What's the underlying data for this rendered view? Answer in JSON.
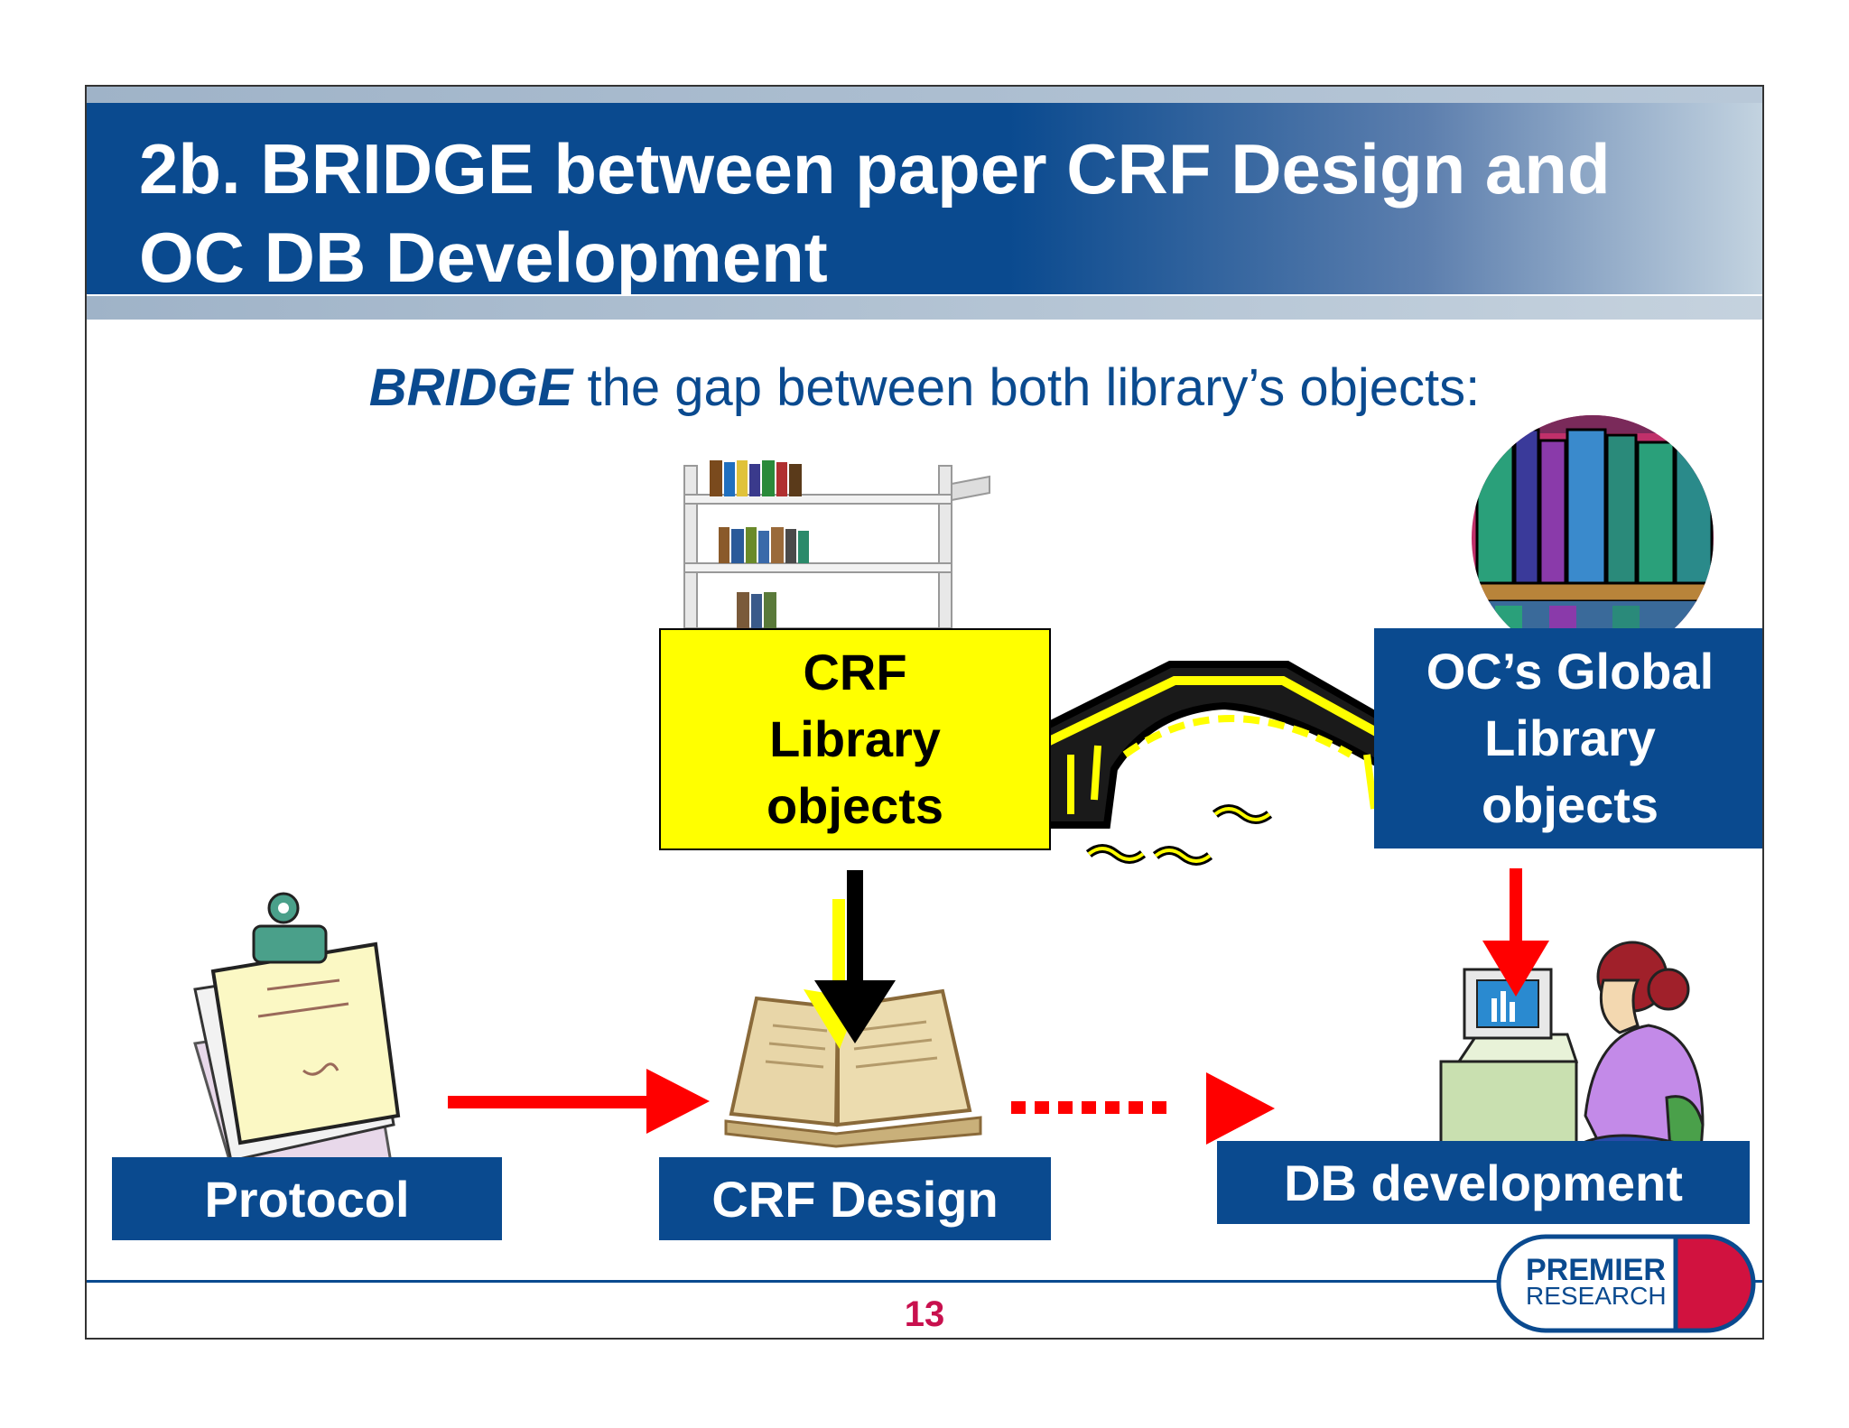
{
  "title": {
    "line1": "2b. BRIDGE between paper CRF Design and",
    "line2": "OC DB Development"
  },
  "subtitle": {
    "emphasis": "BRIDGE",
    "rest": " the gap between both library’s objects:"
  },
  "boxes": {
    "crf_library": [
      "CRF",
      "Library",
      "objects"
    ],
    "oc_global_library": [
      "OC’s Global",
      "Library",
      "objects"
    ],
    "protocol": "Protocol",
    "crf_design": "CRF Design",
    "db_development": "DB development"
  },
  "footer": {
    "page_number": "13",
    "logo_line1": "PREMIER",
    "logo_line2": "RESEARCH"
  },
  "icons": {
    "book_cart": "book-cart-icon",
    "library_books": "library-books-icon",
    "bridge": "bridge-icon",
    "clipboard": "clipboard-icon",
    "open_book": "open-book-icon",
    "computer_user": "computer-user-icon"
  },
  "colors": {
    "brand_blue": "#0a4a8f",
    "highlight_yellow": "#ffff00",
    "arrow_red": "#ff0000",
    "page_number": "#c8104e",
    "logo_red": "#d1123f"
  }
}
